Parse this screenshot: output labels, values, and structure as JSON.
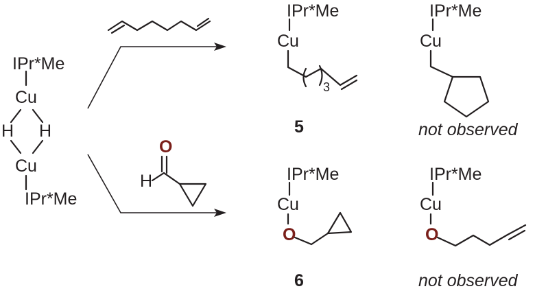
{
  "diagram": {
    "reactant": {
      "ligand_top": "IPr*Me",
      "metal_top": "Cu",
      "hydride_left": "H",
      "hydride_right": "H",
      "metal_bottom": "Cu",
      "ligand_bottom": "IPr*Me"
    },
    "reagents": {
      "aldehyde_oxygen": "O",
      "aldehyde_hydrogen": "H"
    },
    "products": {
      "p5": {
        "ligand": "IPr*Me",
        "metal": "Cu",
        "subscript": "3",
        "label": "5"
      },
      "p5_alt": {
        "ligand": "IPr*Me",
        "metal": "Cu",
        "label": "not observed"
      },
      "p6": {
        "ligand": "IPr*Me",
        "metal": "Cu",
        "oxygen": "O",
        "label": "6"
      },
      "p6_alt": {
        "ligand": "IPr*Me",
        "metal": "Cu",
        "oxygen": "O",
        "label": "not observed"
      }
    }
  }
}
